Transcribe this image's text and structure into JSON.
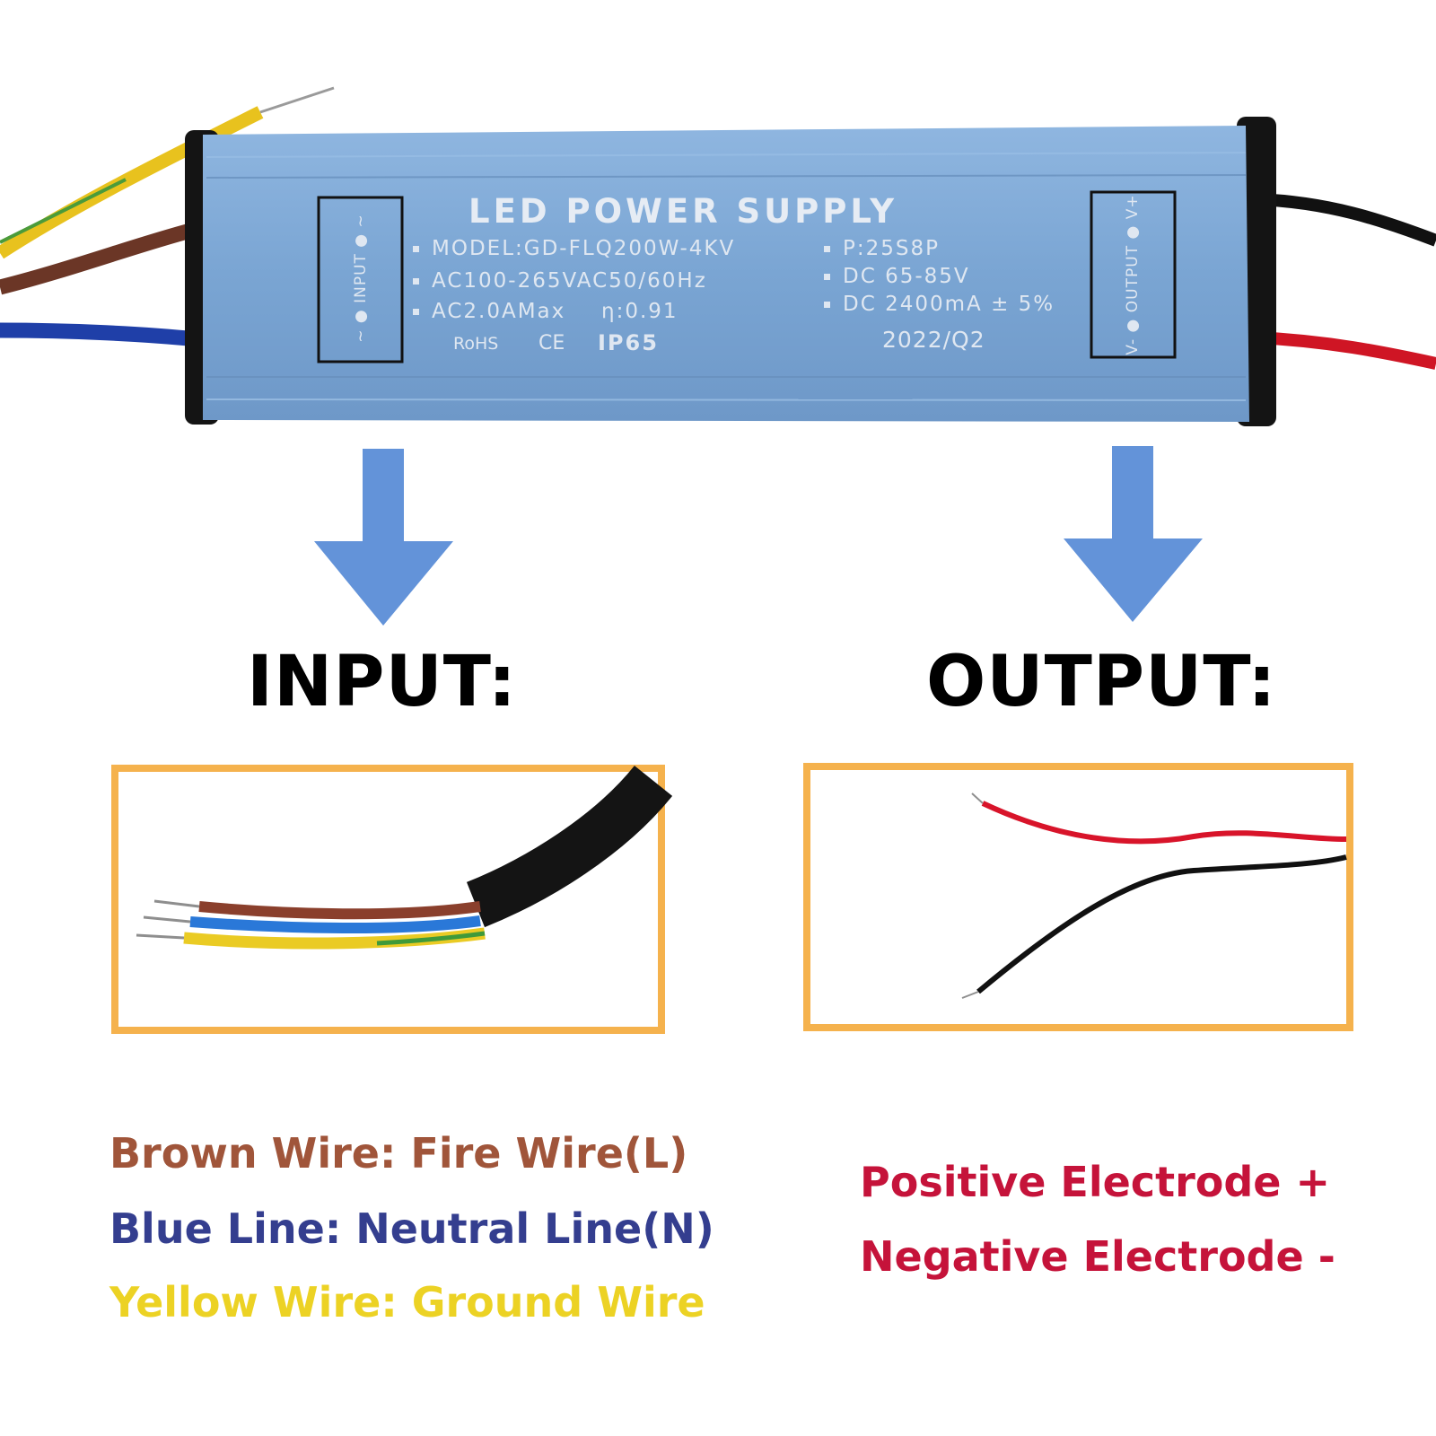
{
  "device": {
    "title": "LED POWER SUPPLY",
    "model": "MODEL:GD-FLQ200W-4KV",
    "ac_range": "AC100-265VAC50/60Hz",
    "ac_current": "AC2.0AMax",
    "efficiency": "η:0.91",
    "certs": {
      "rohs": "RoHS",
      "ce": "CE",
      "ip": "IP65"
    },
    "config": "P:25S8P",
    "dc_voltage": "DC 65-85V",
    "dc_current": "DC 2400mA ± 5%",
    "date": "2022/Q2",
    "input_label": "~ ● INPUT ● ~",
    "output_label": "V- ● OUTPUT ● V+"
  },
  "input": {
    "heading": "INPUT:",
    "lines": [
      {
        "text": "Brown Wire: Fire Wire(L)",
        "color": "#a0553a"
      },
      {
        "text": "Blue Line: Neutral Line(N)",
        "color": "#343e8f"
      },
      {
        "text": "Yellow Wire: Ground Wire",
        "color": "#ecd224"
      }
    ]
  },
  "output": {
    "heading": "OUTPUT:",
    "lines": [
      {
        "text": "Positive Electrode +",
        "color": "#c5133a"
      },
      {
        "text": "Negative Electrode -",
        "color": "#c5133a"
      }
    ]
  },
  "colors": {
    "case": "#7fa9d6",
    "arrow": "#6393d9",
    "frame": "#f5b24d",
    "wire_brown": "#6b3626",
    "wire_blue": "#1f3fa8",
    "wire_yellow": "#e8c21e",
    "wire_red": "#cf1524",
    "wire_black": "#111111"
  }
}
